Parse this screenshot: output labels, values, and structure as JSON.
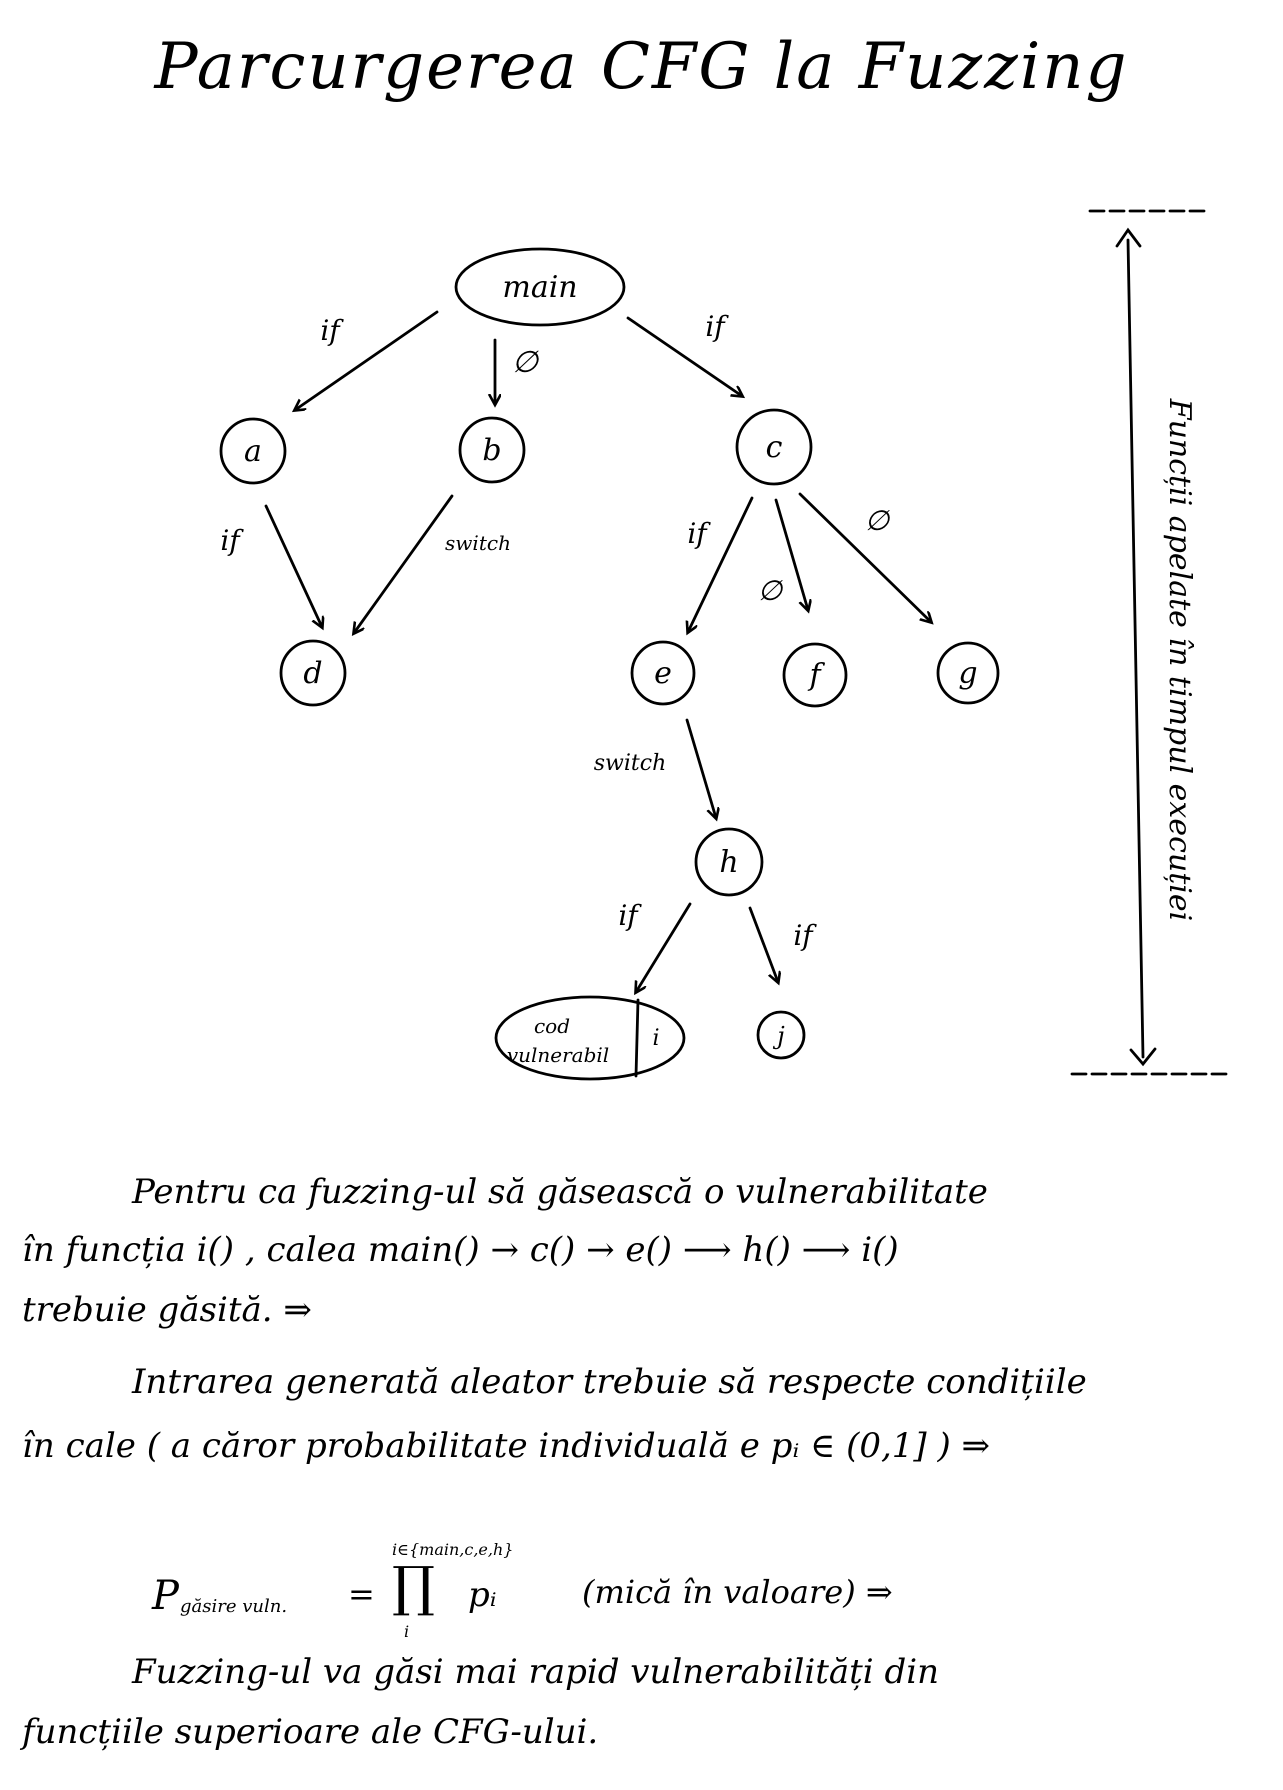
{
  "title": "Parcurgerea CFG la Fuzzing",
  "graph": {
    "nodes": {
      "main": "main",
      "a": "a",
      "b": "b",
      "c": "c",
      "d": "d",
      "e": "e",
      "f": "f",
      "g": "g",
      "h": "h",
      "j": "j",
      "vuln_line1": "cod",
      "vuln_line2": "vulnerabil",
      "vuln_i": "i"
    },
    "edges": {
      "main_a": "if",
      "main_b": "∅",
      "main_c": "if",
      "a_d": "if",
      "b_d": "switch",
      "c_e": "if",
      "c_f": "∅",
      "c_g": "∅",
      "e_h": "switch",
      "h_i": "if",
      "h_j": "if"
    },
    "timeline_label": "Funcții apelate în timpul execuției"
  },
  "notes": {
    "p1_l1": "Pentru ca fuzzing-ul să găsească o vulnerabilitate",
    "p1_l2": "în funcția  i() , calea   main() → c() → e() ⟶ h() ⟶ i()",
    "p1_l3": "trebuie găsită. ⇒",
    "p2_l1": "Intrarea generată aleator trebuie să respecte condițiile",
    "p2_l2": "în cale ( a căror probabilitate individuală e  pᵢ ∈ (0,1] ) ⇒",
    "formula_sup": "i∈{main,c,e,h}",
    "formula_lhs": "P",
    "formula_sub": "găsire vuln.",
    "formula_eq": "=",
    "formula_prod": "∏",
    "formula_term": "pᵢ",
    "formula_index": "i",
    "formula_note": "(mică în valoare) ⇒",
    "p3_l1": "Fuzzing-ul va găsi mai rapid vulnerabilități din",
    "p3_l2": "funcțiile superioare ale CFG-ului."
  }
}
